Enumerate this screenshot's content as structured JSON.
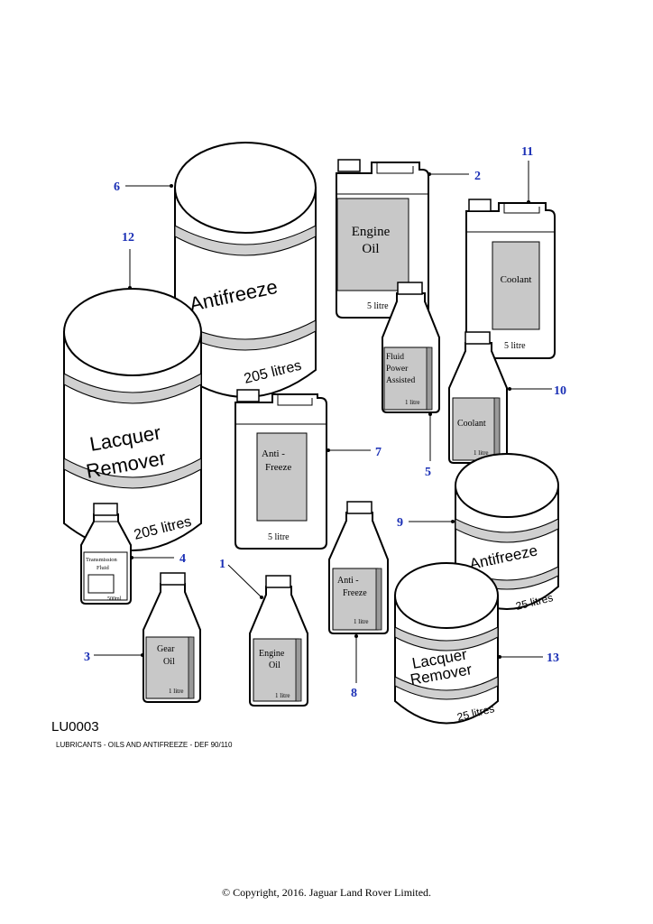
{
  "figure": {
    "code": "LU0003",
    "caption": "LUBRICANTS - OILS AND ANTIFREEZE - DEF 90/110",
    "copyright": "© Copyright, 2016. Jaguar Land Rover Limited."
  },
  "products": {
    "drum_antifreeze": {
      "name_line1": "Antifreeze",
      "size": "205 litres"
    },
    "drum_lacquer": {
      "name_line1": "Lacquer",
      "name_line2": "Remover",
      "size": "205 litres"
    },
    "can_engine_oil": {
      "name_line1": "Engine",
      "name_line2": "Oil",
      "size": "5 litre"
    },
    "can_coolant": {
      "name_line1": "Coolant",
      "size": "5 litre"
    },
    "can_antifreeze": {
      "name_line1": "Anti -",
      "name_line2": "Freeze",
      "size": "5 litre"
    },
    "bottle_fluid": {
      "name_line1": "Fluid",
      "name_line2": "Power",
      "name_line3": "Assisted",
      "size": "1 litre"
    },
    "bottle_coolant": {
      "name_line1": "Coolant",
      "size": "1 litre"
    },
    "bottle_transmission": {
      "name_line1": "Transmission",
      "name_line2": "Fluid",
      "size": "500ml"
    },
    "bottle_gear_oil": {
      "name_line1": "Gear",
      "name_line2": "Oil",
      "size": "1 litre"
    },
    "bottle_engine_oil": {
      "name_line1": "Engine",
      "name_line2": "Oil",
      "size": "1 litre"
    },
    "bottle_antifreeze": {
      "name_line1": "Anti -",
      "name_line2": "Freeze",
      "size": "1 litre"
    },
    "tub_antifreeze": {
      "name_line1": "Antifreeze",
      "size": "25 litres"
    },
    "tub_lacquer": {
      "name_line1": "Lacquer",
      "name_line2": "Remover",
      "size": "25 litres"
    }
  },
  "callouts": {
    "c1": "1",
    "c2": "2",
    "c3": "3",
    "c4": "4",
    "c5": "5",
    "c6": "6",
    "c7": "7",
    "c8": "8",
    "c9": "9",
    "c10": "10",
    "c11": "11",
    "c12": "12",
    "c13": "13"
  },
  "colors": {
    "callout": "#1a2fb5",
    "label_fill": "#c8c8c8",
    "band_fill": "#d0d0d0"
  }
}
